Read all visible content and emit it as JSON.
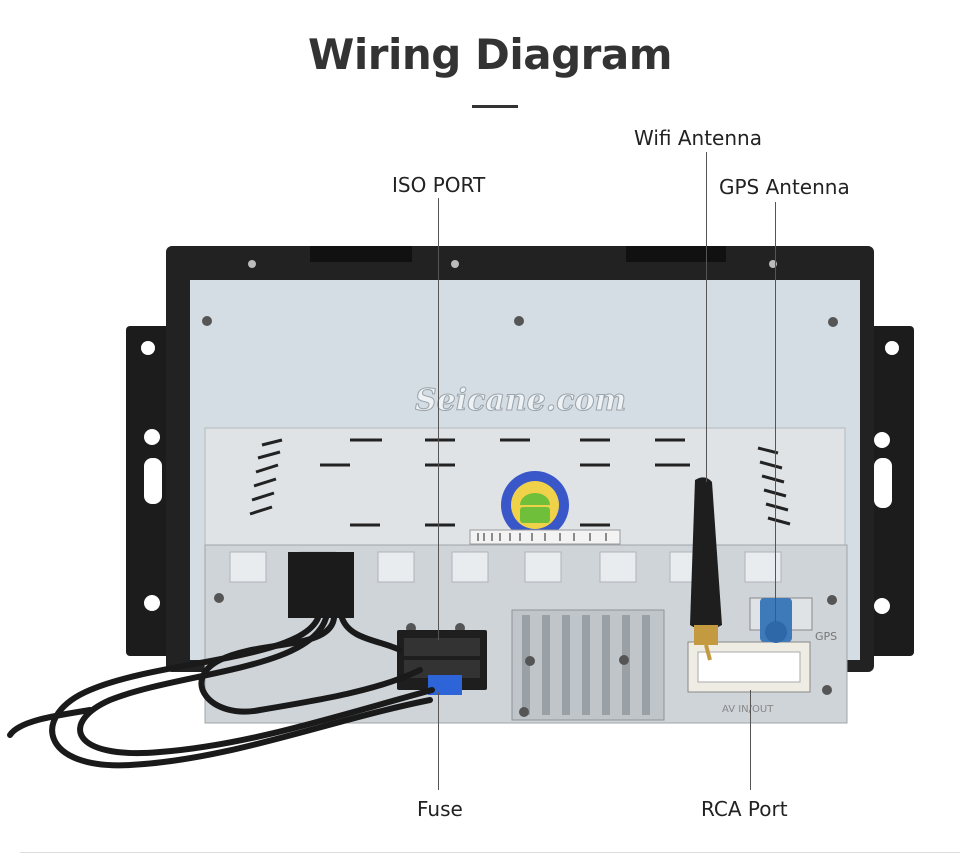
{
  "header": {
    "title": "Wiring Diagram"
  },
  "callouts": {
    "iso_port": "ISO PORT",
    "wifi_antenna": "Wifi Antenna",
    "gps_antenna": "GPS Antenna",
    "fuse": "Fuse",
    "rca_port": "RCA Port"
  },
  "watermark": "Seicane.com",
  "panel_marks": {
    "gps": "GPS",
    "av_in_out": "AV IN/OUT"
  }
}
